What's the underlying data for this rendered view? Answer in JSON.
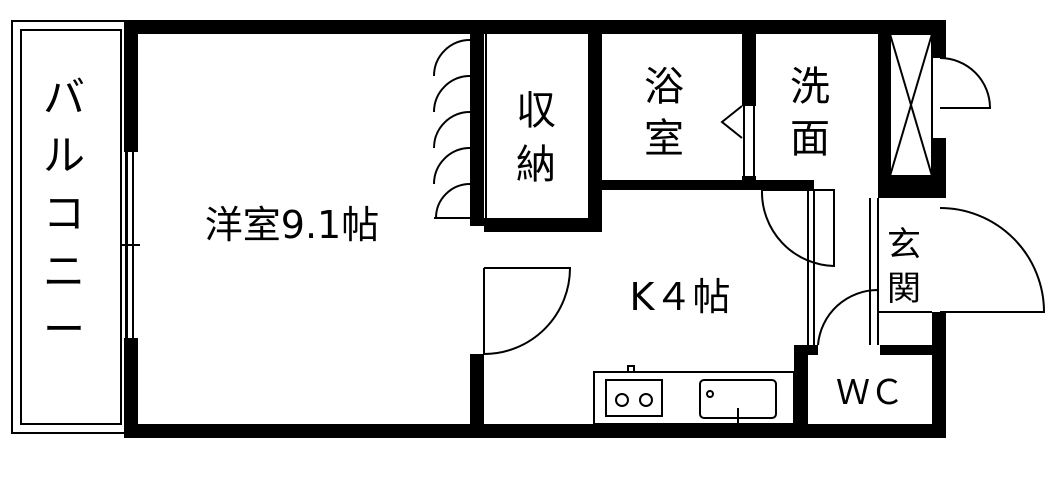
{
  "rooms": {
    "balcony": "バルコニー",
    "western_room": "洋室9.1帖",
    "storage_1": "収",
    "storage_2": "納",
    "bath_1": "浴",
    "bath_2": "室",
    "wash_1": "洗",
    "wash_2": "面",
    "entrance_1": "玄",
    "entrance_2": "関",
    "kitchen": "K４帖",
    "toilet": "ＷＣ"
  },
  "colors": {
    "wall": "#000000",
    "background": "#ffffff"
  }
}
